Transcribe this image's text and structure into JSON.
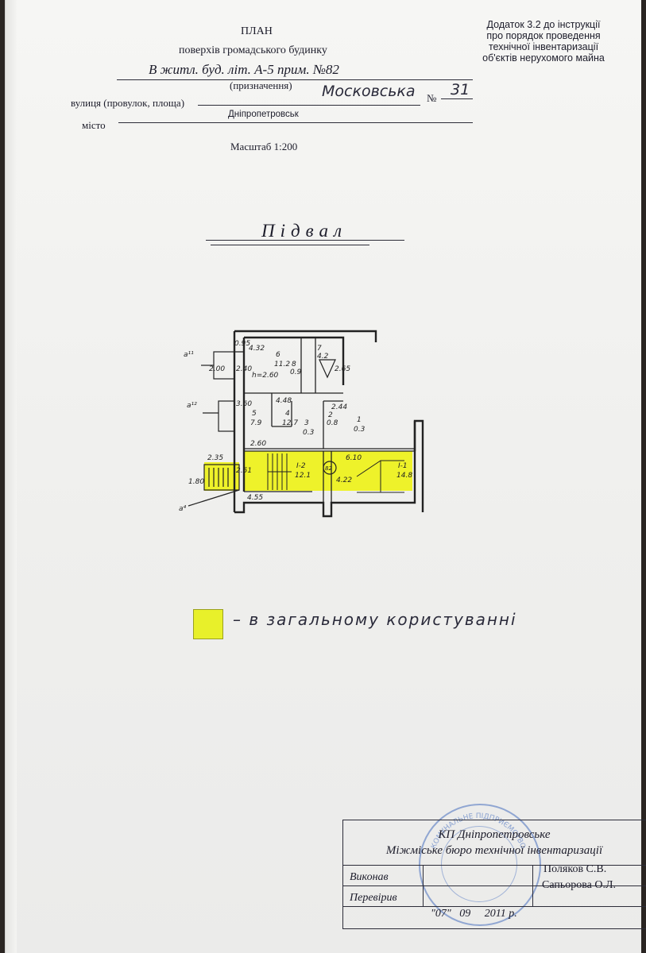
{
  "appendix": {
    "line1": "Додаток 3.2 до інструкції",
    "line2": "про порядок проведення",
    "line3": "технічної інвентаризації",
    "line4": "об'єктів нерухомого майна"
  },
  "header": {
    "title": "ПЛАН",
    "subtitle": "поверхів громадського будинку",
    "purpose_value": "В житл. буд. літ. А-5 прим. №82",
    "purpose_label": "(призначення)",
    "street_label": "вулиця (провулок, площа)",
    "street_value": "Московська",
    "number_label": "№",
    "number_value": "31",
    "city_label": "місто",
    "city_value": "Дніпропетровськ",
    "scale": "Масштаб 1:200"
  },
  "floor_title": "Підвал",
  "plan": {
    "labels": {
      "d11": "а¹¹",
      "d12": "а¹²",
      "d4": "а⁴",
      "w095": "0.95",
      "w432": "4.32",
      "w200": "2.00",
      "w240": "2.40",
      "r6": "6",
      "r6a": "11.2",
      "r8": "8",
      "r8a": "0.9",
      "r7": "7",
      "r7a": "4.2",
      "h": "h=2.60",
      "w265": "2.65",
      "w360": "3.60",
      "w448": "4.48",
      "w244": "2.44",
      "r5": "5",
      "r5a": "7.9",
      "r4": "4",
      "r4a": "12.7",
      "r3": "3",
      "r3a": "0.3",
      "r2": "2",
      "r2a": "0.8",
      "r1": "1",
      "r1a": "0.3",
      "w260": "2.60",
      "w235": "2.35",
      "w251": "2.51",
      "w180": "1.80",
      "w455": "4.55",
      "rI2": "І-2",
      "rI2a": "12.1",
      "n82": "82",
      "w422": "4.22",
      "w610": "6.10",
      "rI1": "І-1",
      "rI1a": "14.8"
    }
  },
  "legend": {
    "color": "#e8f02a",
    "text": "– в загальному користуванні"
  },
  "stamp": {
    "org1": "КП Дніпропетровське",
    "org2": "Міжміське бюро технічної інвентаризації",
    "executed_label": "Виконав",
    "executed_name": "Поляков С.В.",
    "checked_label": "Перевірив",
    "checked_name": "Сапьорова О.Л.",
    "date": "\"07\"   09     2011 р.",
    "seal_text": "КОМУНАЛЬНЕ ПІДПРИЄМСТВО"
  }
}
